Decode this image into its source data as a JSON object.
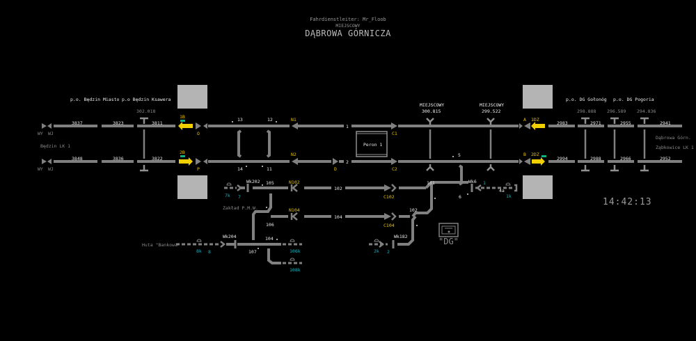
{
  "header": {
    "dispatcher": "Fahrdienstleiter: Mr_Floob",
    "mode": "MIEJSCOWY",
    "station": "DĄBROWA GÓRNICZA"
  },
  "clock": "14:42:13",
  "left_side": {
    "stop1": "p.o. Będzin Miasto",
    "stop2": "p.o Będzin Ksawera",
    "km": "302.018",
    "line": "Będzin LK 1",
    "wy1": "WY",
    "wj1": "WJ",
    "wy2": "WY",
    "wj2": "WJ",
    "track1": [
      "3837",
      "3823",
      "3811"
    ],
    "track2": [
      "3848",
      "3836",
      "3822"
    ]
  },
  "right_side": {
    "stop1": "p.o. DG Gołonóg",
    "stop2": "p.o. DG Pogoria",
    "km": [
      "298.888",
      "296.589",
      "294.836"
    ],
    "line1": "Dąbrowa Górn.",
    "line2": "Ząbkowice LK 1",
    "track1": [
      "2983",
      "2971",
      "2955",
      "2941"
    ],
    "track2": [
      "2994",
      "2988",
      "2966",
      "2952"
    ]
  },
  "signals": {
    "1B": "1B",
    "2B": "2B",
    "O": "O",
    "P": "P",
    "N1": "N1",
    "N2": "N2",
    "D": "D",
    "C1": "C1",
    "C2": "C2",
    "A": "A",
    "B": "B",
    "1DZ": "1DZ",
    "2DZ": "2DZ",
    "N102": "N102",
    "N104": "N104",
    "C102": "C102",
    "C104": "C104"
  },
  "tracks": {
    "t1": "1",
    "t2": "2",
    "t102": "102",
    "t104": "104",
    "t101": "101",
    "t102b": "102"
  },
  "switches": {
    "s13": "13",
    "s12": "12",
    "s14": "14",
    "s11": "11",
    "s5": "5",
    "s6": "6",
    "s105": "105",
    "s106": "106",
    "s104": "104",
    "s107": "107",
    "s4a": "4a"
  },
  "middle": {
    "mk1_label": "MIEJSCOWY",
    "mk1_km": "300.815",
    "mk2_label": "MIEJSCOWY",
    "mk2_km": "299.522",
    "peron": "Peron 1"
  },
  "sidings": {
    "wk202": "Wk202",
    "wk204": "Wk204",
    "wk182": "Wk182",
    "wk6": "Wk6",
    "zaklad": "Zakład P.M.W.",
    "huta": "Huta \"Bankowa\"",
    "dg": "\"DG\"",
    "s7k": "7k",
    "s7": "7",
    "s8k": "8k",
    "s8": "8",
    "s2k": "2k",
    "s2": "2",
    "s1": "1",
    "s1k": "1k",
    "s106k": "106k",
    "s108k": "108k"
  },
  "colors": {
    "track": "#808080",
    "signal_yellow": "#f0d000",
    "green": "#10b080",
    "cyan": "#19b3c0",
    "box": "#b4b4b4"
  }
}
